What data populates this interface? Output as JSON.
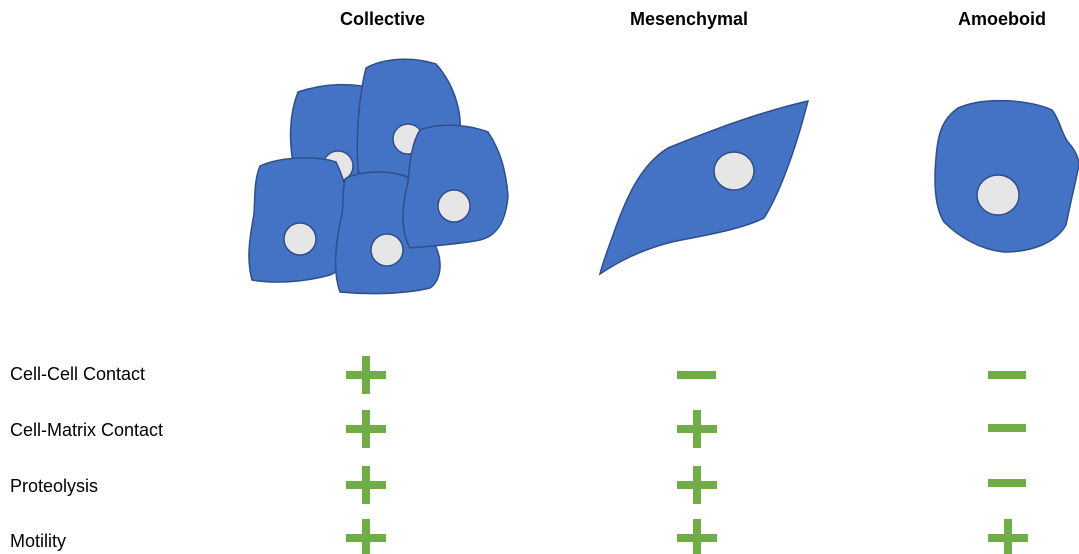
{
  "columns": [
    {
      "key": "collective",
      "title": "Collective"
    },
    {
      "key": "mesenchymal",
      "title": "Mesenchymal"
    },
    {
      "key": "amoeboid",
      "title": "Amoeboid"
    }
  ],
  "rows": [
    {
      "label": "Cell-Cell Contact",
      "values": [
        "+",
        "−",
        "−"
      ]
    },
    {
      "label": "Cell-Matrix Contact",
      "values": [
        "+",
        "+",
        "−"
      ]
    },
    {
      "label": "Proteolysis",
      "values": [
        "+",
        "+",
        "−"
      ]
    },
    {
      "label": "Motility",
      "values": [
        "+",
        "+",
        "+"
      ]
    }
  ],
  "colors": {
    "cell_fill": "#4472c4",
    "cell_outline": "#2f4f8a",
    "nucleus_fill": "#e6e6e6",
    "sign_color": "#70ad47"
  }
}
